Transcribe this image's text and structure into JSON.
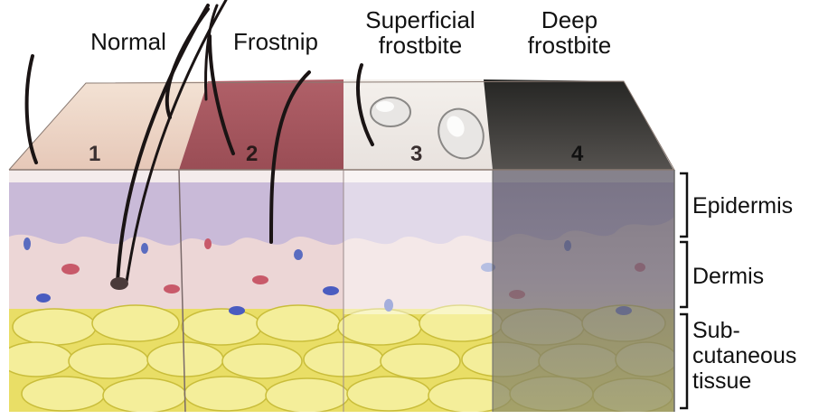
{
  "stages": [
    {
      "label": "Normal",
      "number": "1"
    },
    {
      "label": "Frostnip",
      "number": "2"
    },
    {
      "label": "Superficial frostbite",
      "number": "3"
    },
    {
      "label": "Deep frostbite",
      "number": "4"
    }
  ],
  "layers": {
    "epidermis": "Epidermis",
    "dermis": "Dermis",
    "subcutaneous": "Sub- cutaneous tissue"
  },
  "colors": {
    "normal_top": "#efd8c8",
    "frostnip_top": "#a8545c",
    "superficial_top": "#f1ece8",
    "deep_top": "#3a3a38",
    "epidermis": "#c6b6d6",
    "dermis": "#ecd4d6",
    "fat": "#f2ec8a"
  }
}
